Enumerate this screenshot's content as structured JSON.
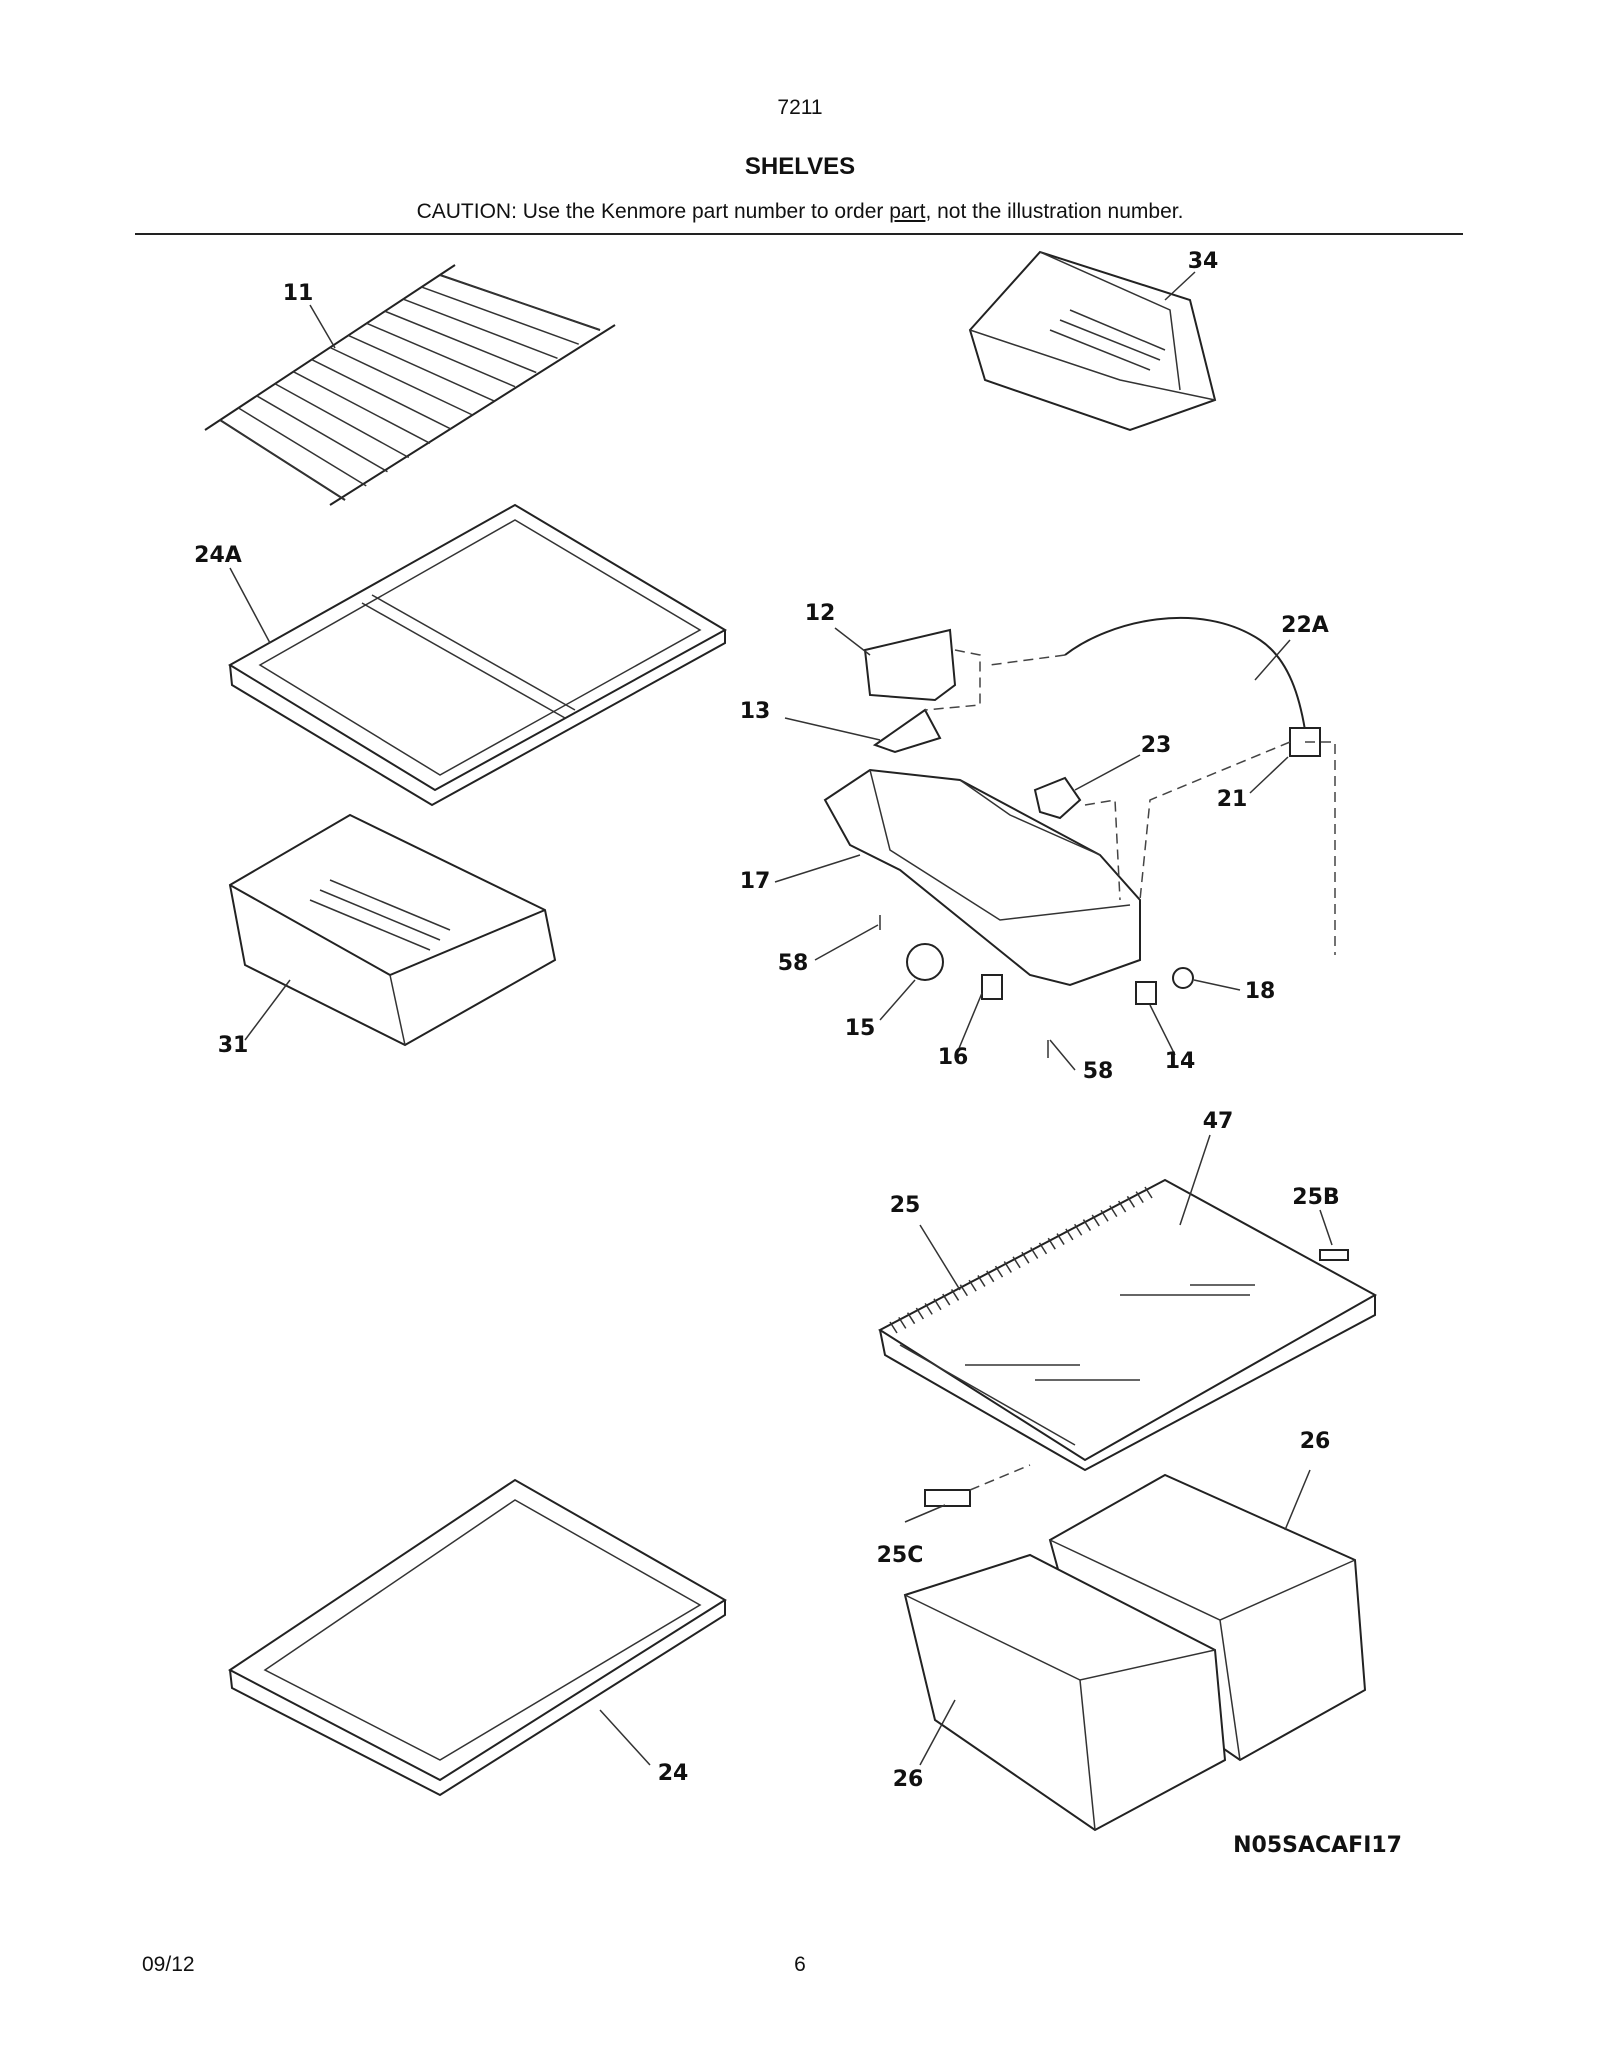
{
  "header": {
    "model": "7211",
    "title": "SHELVES",
    "caution_before": "CAUTION: Use the Kenmore part number to order ",
    "caution_underlined": "part",
    "caution_after": ", not the illustration number."
  },
  "callouts": [
    "11",
    "34",
    "24A",
    "12",
    "22A",
    "13",
    "23",
    "21",
    "17",
    "58",
    "15",
    "16",
    "58",
    "14",
    "18",
    "31",
    "47",
    "25",
    "25B",
    "26",
    "25C",
    "24",
    "26"
  ],
  "drawing_code": "N05SACAFI17",
  "footer": {
    "date": "09/12",
    "page": "6"
  }
}
